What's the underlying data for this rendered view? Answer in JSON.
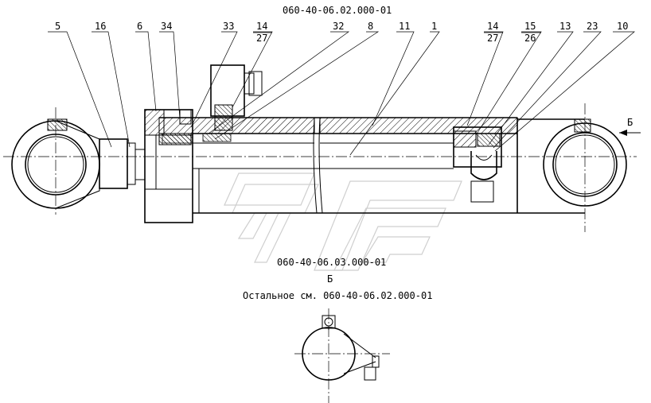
{
  "drawing": {
    "title_top": "060-40-06.02.000-01",
    "subassembly_code": "060-40-06.03.000-01",
    "view_letter": "Б",
    "view_arrow_label": "Б",
    "note": "Остальное см. 060-40-06.02.000-01"
  },
  "callouts": {
    "c5": "5",
    "c16": "16",
    "c6": "6",
    "c34": "34",
    "c33": "33",
    "c14_left": "14",
    "c27_left": "27",
    "c32": "32",
    "c8": "8",
    "c11": "11",
    "c1": "1",
    "c14_right": "14",
    "c27_right": "27",
    "c15": "15",
    "c26": "26",
    "c13": "13",
    "c23": "23",
    "c10": "10"
  }
}
